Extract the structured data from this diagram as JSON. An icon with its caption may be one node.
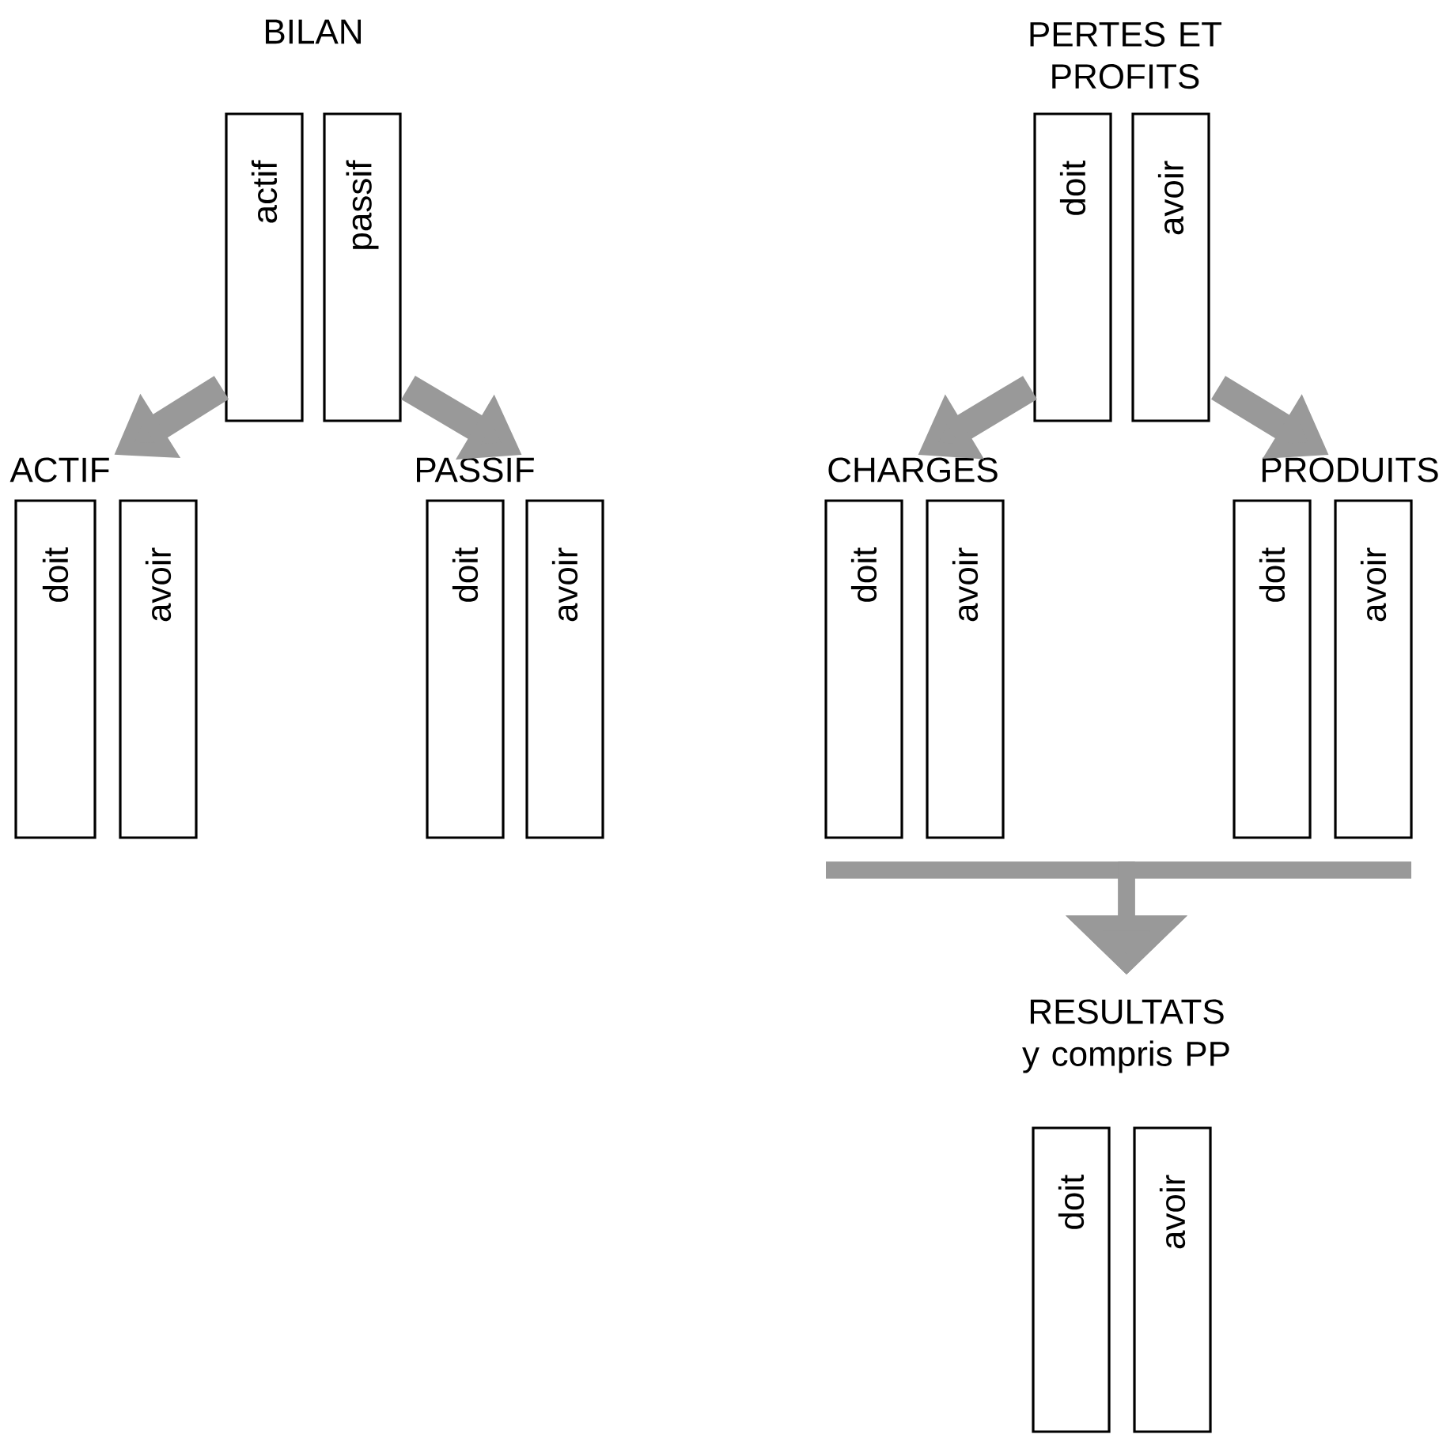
{
  "diagram": {
    "nodes": [
      {
        "text": [
          "BILAN"
        ]
      },
      {
        "text": [
          "actif"
        ]
      },
      {
        "text": [
          "passif"
        ]
      },
      {
        "text": [
          "ACTIF"
        ]
      },
      {
        "text": [
          "doit"
        ]
      },
      {
        "text": [
          "avoir"
        ]
      },
      {
        "text": [
          "PASSIF"
        ]
      },
      {
        "text": [
          "doit"
        ]
      },
      {
        "text": [
          "avoir"
        ]
      },
      {
        "text": [
          "PERTES ET PROFITS"
        ]
      },
      {
        "text": [
          "doit"
        ]
      },
      {
        "text": [
          "avoir"
        ]
      },
      {
        "text": [
          "CHARGES"
        ]
      },
      {
        "text": [
          "doit"
        ]
      },
      {
        "text": [
          "avoir"
        ]
      },
      {
        "text": [
          "PRODUITS"
        ]
      },
      {
        "text": [
          "doit"
        ]
      },
      {
        "text": [
          "avoir"
        ]
      },
      {
        "text": [
          "RESULTATS y compris PP"
        ]
      },
      {
        "text": [
          "doit"
        ]
      },
      {
        "text": [
          "avoir"
        ]
      }
    ],
    "edges": [
      {
        "from": 1,
        "to": 3,
        "arrow": "to"
      },
      {
        "from": 2,
        "to": 6,
        "arrow": "to"
      },
      {
        "from": 10,
        "to": 12,
        "arrow": "to"
      },
      {
        "from": 11,
        "to": 15,
        "arrow": "to"
      },
      {
        "from": 13,
        "to": 18,
        "arrow": "to"
      },
      {
        "from": 17,
        "to": 18,
        "arrow": "to"
      }
    ]
  }
}
